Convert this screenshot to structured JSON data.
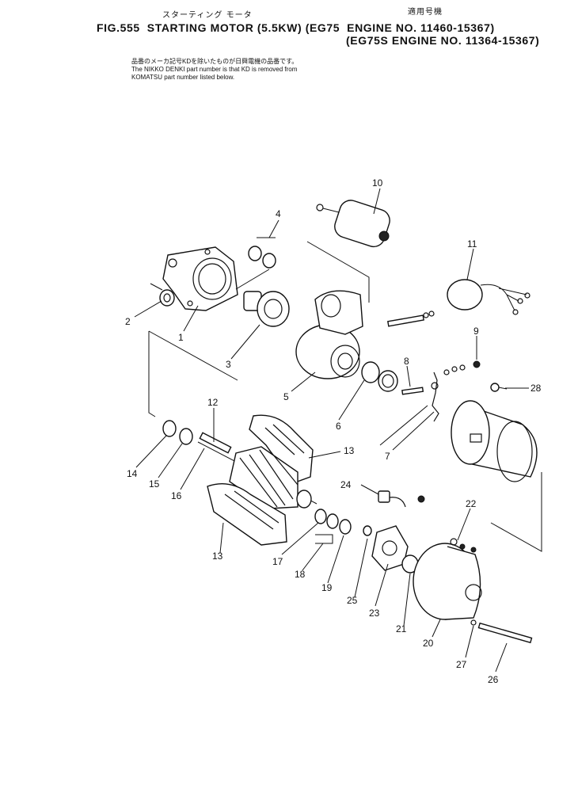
{
  "header": {
    "jp_title": "スターティング モータ",
    "jp_applicable": "適用号機",
    "figure": "FIG.555",
    "title": "STARTING MOTOR (5.5KW)",
    "engine_line_1": "(EG75  ENGINE NO. 11460-15367)",
    "engine_line_2": "(EG75S ENGINE NO. 11364-15367)"
  },
  "note": {
    "jp": "品番のメーカ記号KDを除いたものが日興電機の品番です。",
    "en_line_1": "The NIKKO DENKI part number is that KD is removed from",
    "en_line_2": "KOMATSU part number listed below."
  },
  "callouts": [
    "1",
    "2",
    "3",
    "4",
    "5",
    "6",
    "7",
    "8",
    "9",
    "10",
    "11",
    "12",
    "13",
    "13",
    "14",
    "15",
    "16",
    "17",
    "18",
    "19",
    "20",
    "21",
    "22",
    "23",
    "24",
    "25",
    "26",
    "27",
    "28"
  ]
}
